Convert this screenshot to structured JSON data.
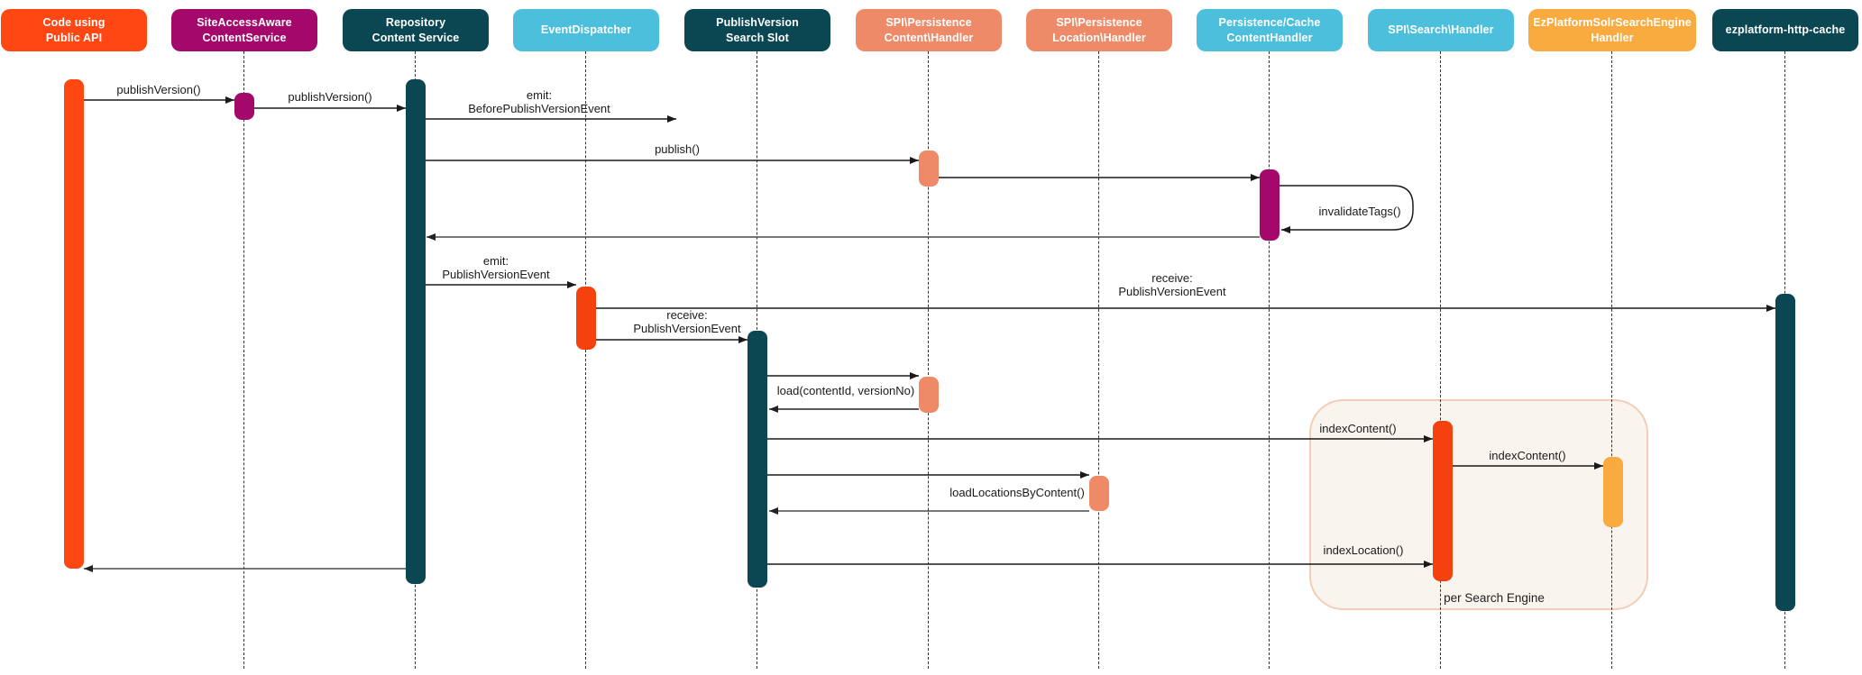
{
  "actors": [
    {
      "id": "code-using-public-api",
      "label": "Code using\nPublic API",
      "color": "#FF4713"
    },
    {
      "id": "siteaccessaware-contentservice",
      "label": "SiteAccessAware\nContentService",
      "color": "#A4086B"
    },
    {
      "id": "repository-content-service",
      "label": "Repository\nContent Service",
      "color": "#0B4752"
    },
    {
      "id": "event-dispatcher",
      "label": "EventDispatcher",
      "color": "#4BBFDC"
    },
    {
      "id": "publishversion-search-slot",
      "label": "PublishVersion\nSearch Slot",
      "color": "#0B4752"
    },
    {
      "id": "spi-persistence-content-handler",
      "label": "SPI\\Persistence\nContent\\Handler",
      "color": "#EE8A68"
    },
    {
      "id": "spi-persistence-location-handler",
      "label": "SPI\\Persistence\nLocation\\Handler",
      "color": "#EE8A68"
    },
    {
      "id": "persistence-cache-contenthandler",
      "label": "Persistence/Cache\nContentHandler",
      "color": "#4BBFDC"
    },
    {
      "id": "spi-search-handler",
      "label": "SPI\\Search\\Handler",
      "color": "#4BBFDC"
    },
    {
      "id": "ezplatform-solr-search-engine-handler",
      "label": "EzPlatformSolrSearchEngine\nHandler",
      "color": "#F9AB3F"
    },
    {
      "id": "ezplatform-http-cache",
      "label": "ezplatform-http-cache",
      "color": "#0B4752"
    }
  ],
  "messages": [
    {
      "id": "publish-version-1",
      "label": "publishVersion()"
    },
    {
      "id": "publish-version-2",
      "label": "publishVersion()"
    },
    {
      "id": "emit-before-publish",
      "label": "emit:\nBeforePublishVersionEvent"
    },
    {
      "id": "publish",
      "label": "publish()"
    },
    {
      "id": "invalidate-tags",
      "label": "invalidateTags()"
    },
    {
      "id": "emit-publish-version",
      "label": "emit:\nPublishVersionEvent"
    },
    {
      "id": "receive-http-cache",
      "label": "receive:\nPublishVersionEvent"
    },
    {
      "id": "receive-search-slot",
      "label": "receive:\nPublishVersionEvent"
    },
    {
      "id": "load-content",
      "label": "load(contentId, versionNo)"
    },
    {
      "id": "index-content-1",
      "label": "indexContent()"
    },
    {
      "id": "index-content-2",
      "label": "indexContent()"
    },
    {
      "id": "load-locations-by-content",
      "label": "loadLocationsByContent()"
    },
    {
      "id": "index-location",
      "label": "indexLocation()"
    }
  ],
  "group": {
    "label": "per Search Engine"
  },
  "theme": {
    "vermilion": "#FF4713",
    "activation_red": "#F5410D",
    "magenta": "#A4086B",
    "dark_teal": "#0B4752",
    "light_blue": "#4BBFDC",
    "salmon": "#EE8A68",
    "amber": "#F9AB3F",
    "group_fill": "#FAF4EE",
    "group_border": "#F4CDB4",
    "line_color": "#1A1A1A",
    "return_line_color": "#4A4A4A"
  }
}
